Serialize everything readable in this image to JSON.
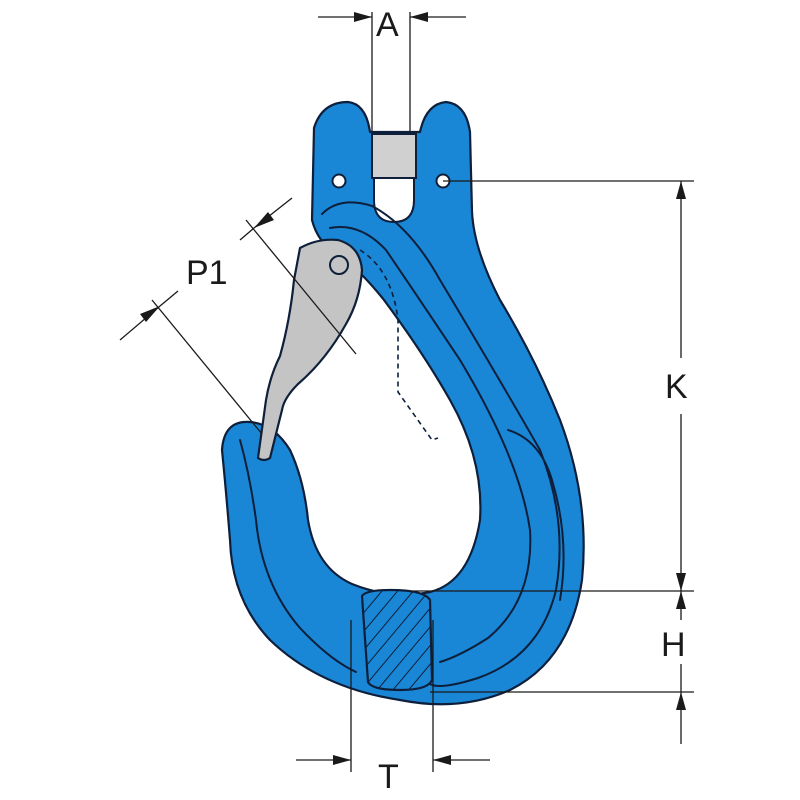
{
  "diagram": {
    "labels": {
      "A": "A",
      "P1": "P1",
      "K": "K",
      "H": "H",
      "T": "T"
    },
    "colors": {
      "hook_body": "#1a86d6",
      "hook_highlight": "#4fb0ee",
      "latch": "#c4c4c4",
      "pin": "#d0d0d0",
      "outline": "#0d1f3a",
      "dimension": "#1a1a1a"
    }
  }
}
